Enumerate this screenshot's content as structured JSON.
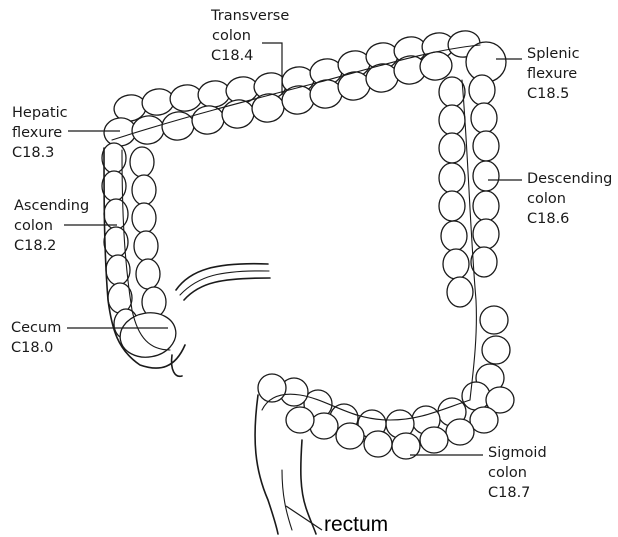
{
  "labels": {
    "transverse": {
      "line1": "Transverse",
      "line2": "colon",
      "code": "C18.4"
    },
    "splenic": {
      "line1": "Splenic",
      "line2": "flexure",
      "code": "C18.5"
    },
    "hepatic": {
      "line1": "Hepatic",
      "line2": "flexure",
      "code": "C18.3"
    },
    "ascending": {
      "line1": "Ascending",
      "line2": "colon",
      "code": "C18.2"
    },
    "descending": {
      "line1": "Descending",
      "line2": "colon",
      "code": "C18.6"
    },
    "cecum": {
      "line1": "Cecum",
      "code": "C18.0"
    },
    "sigmoid": {
      "line1": "Sigmoid",
      "line2": "colon",
      "code": "C18.7"
    },
    "rectum": {
      "line1": "rectum"
    }
  },
  "colors": {
    "ink": "#1a1a1a",
    "background": "#ffffff"
  }
}
